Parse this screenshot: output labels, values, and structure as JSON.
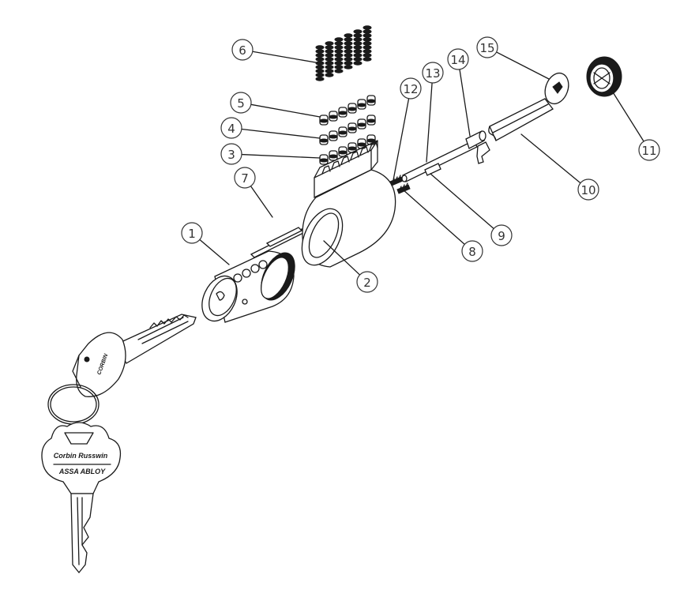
{
  "callouts": [
    "1",
    "2",
    "3",
    "4",
    "5",
    "6",
    "7",
    "8",
    "9",
    "10",
    "11",
    "12",
    "13",
    "14",
    "15"
  ],
  "key_bow_lettering": {
    "brand": "Corbin Russwin",
    "parent": "ASSA ABLOY"
  },
  "colors": {
    "line": "#1a1a1a",
    "background": "#ffffff"
  }
}
